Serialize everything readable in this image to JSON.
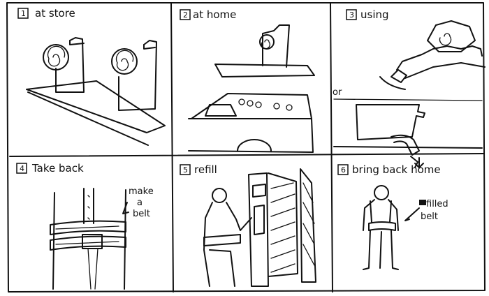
{
  "panels": [
    {
      "number": "1",
      "caption": "at store"
    },
    {
      "number": "2",
      "caption": "at home"
    },
    {
      "number": "3",
      "caption": "using"
    },
    {
      "number": "4",
      "caption": "Take back"
    },
    {
      "number": "5",
      "caption": "refill"
    },
    {
      "number": "6",
      "caption": "bring back home"
    }
  ],
  "annotations": {
    "or": "or",
    "make_a_belt_1": "make",
    "make_a_belt_2": "a",
    "make_a_belt_3": "belt",
    "filled_belt_1": "filled",
    "filled_belt_2": "belt"
  }
}
